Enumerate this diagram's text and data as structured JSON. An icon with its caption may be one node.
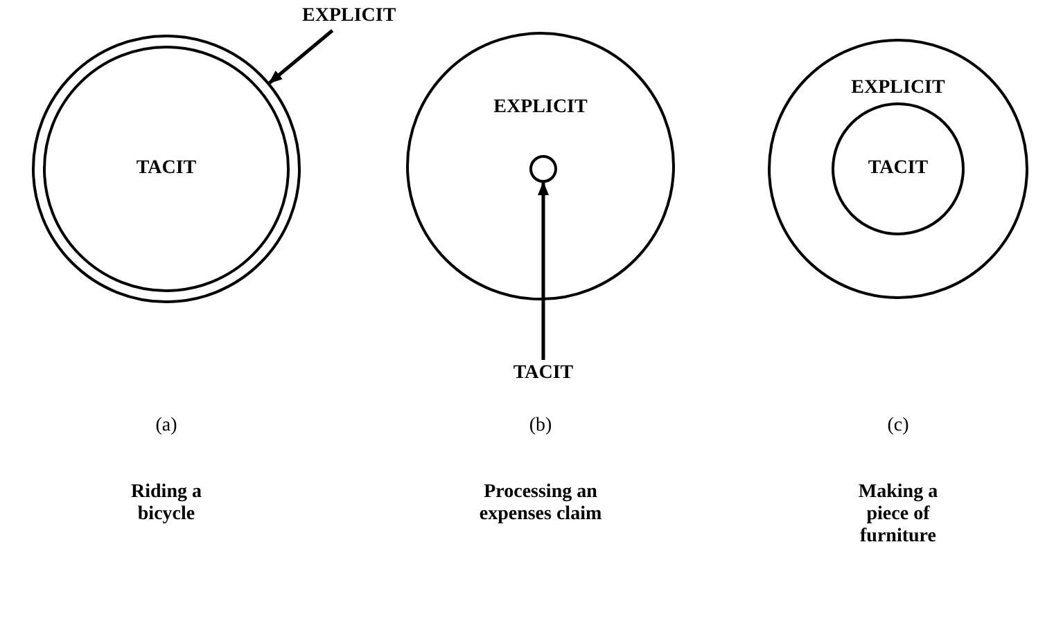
{
  "diagram": {
    "nodes": [
      {
        "text": [
          "EXPLICIT"
        ]
      },
      {
        "text": [],
        "shape": "circle"
      },
      {
        "text": [
          "TACIT"
        ],
        "in": 1
      },
      {
        "text": [
          "EXPLICIT"
        ]
      },
      {
        "text": [],
        "shape": "circle",
        "in": 3
      },
      {
        "text": [
          "TACIT"
        ]
      },
      {
        "text": [
          "EXPLICIT"
        ]
      },
      {
        "text": [
          "TACIT"
        ],
        "in": 6
      }
    ],
    "edges": [
      {
        "from": 0,
        "to": 1,
        "arrow": "to"
      },
      {
        "from": 5,
        "to": 4,
        "arrow": "to"
      }
    ],
    "labels": [
      "(a)",
      "(b)",
      "(c)",
      "Riding a bicycle",
      "Processing an expenses claim",
      "Making a piece of furniture"
    ]
  }
}
